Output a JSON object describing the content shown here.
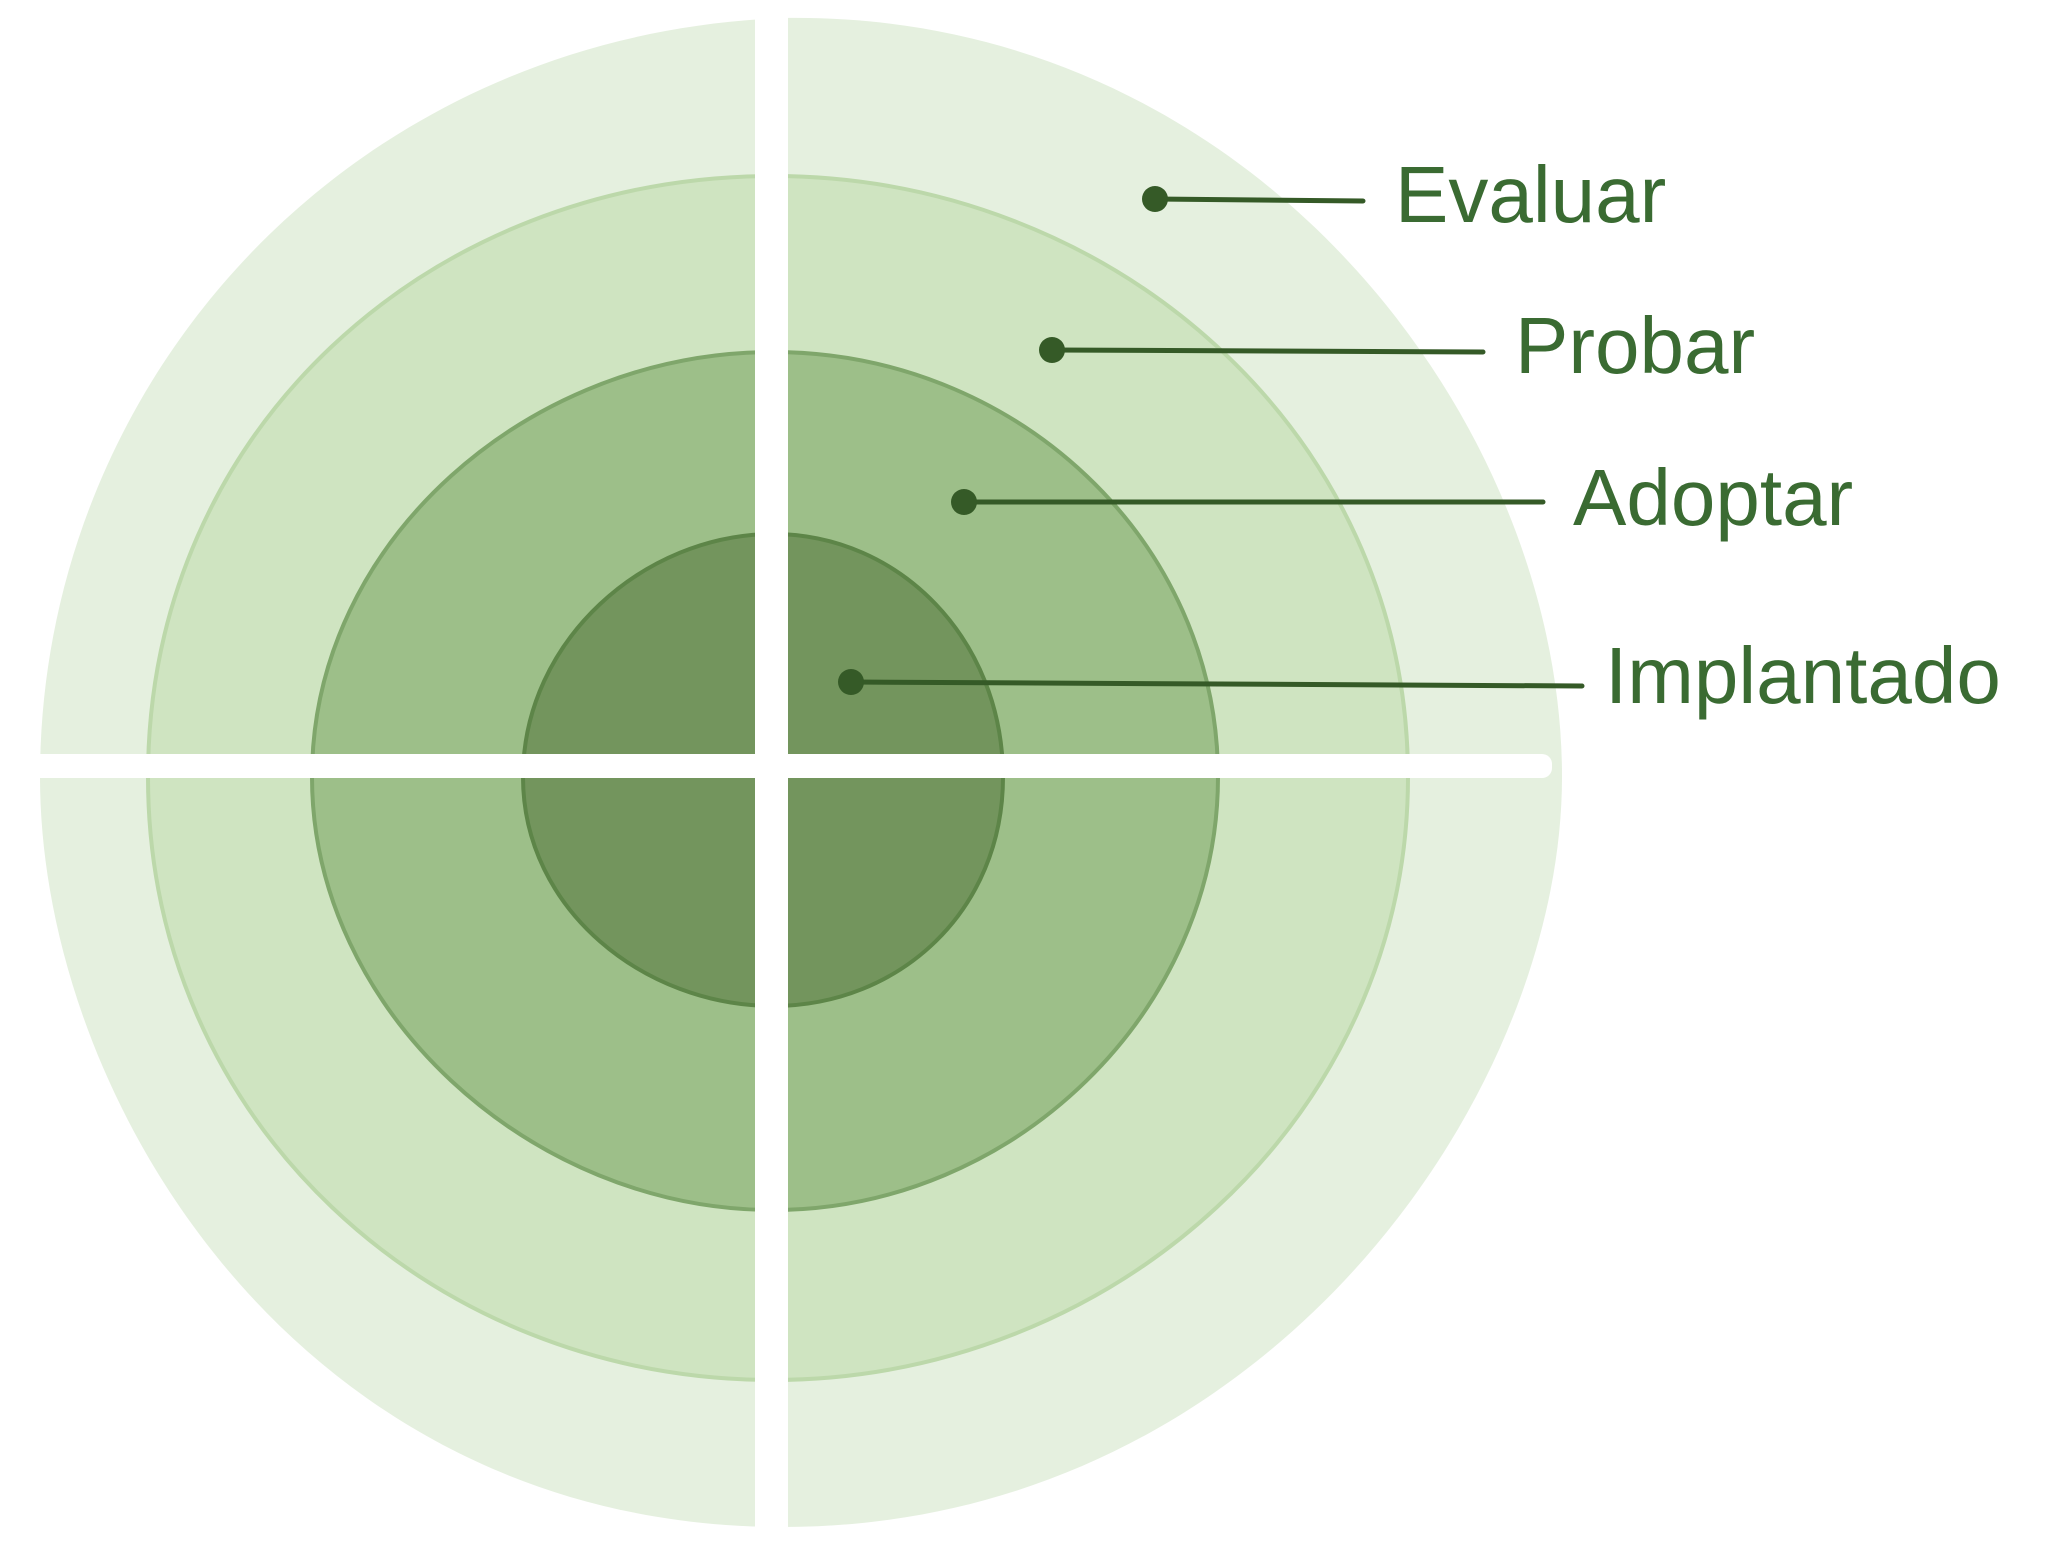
{
  "rings": [
    {
      "label": "Evaluar"
    },
    {
      "label": "Probar"
    },
    {
      "label": "Adoptar"
    },
    {
      "label": "Implantado"
    }
  ],
  "colors": {
    "ring_outer": "#e5f0df",
    "ring_second": "#cfe4c1",
    "ring_third": "#9dbf89",
    "ring_inner": "#73955d",
    "ring_border": "#5d8548",
    "leader_line": "#355a27",
    "label_text": "#3a6b32",
    "divider": "#ffffff"
  }
}
